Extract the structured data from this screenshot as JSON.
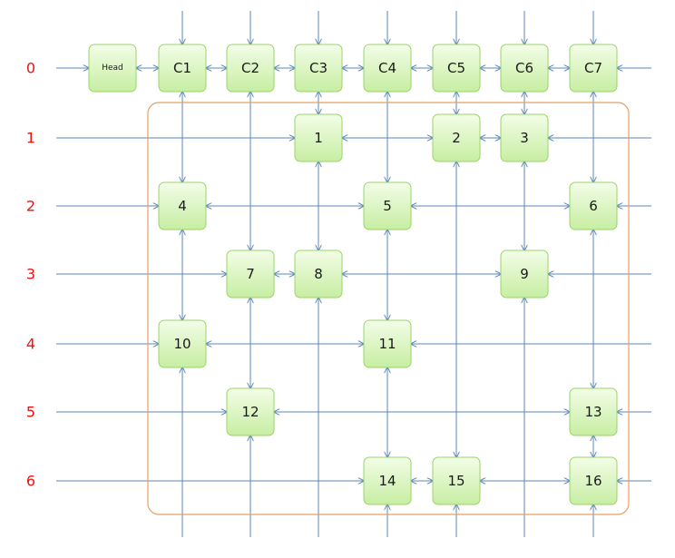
{
  "row_labels": [
    "0",
    "1",
    "2",
    "3",
    "4",
    "5",
    "6"
  ],
  "head": {
    "label": "Head"
  },
  "column_headers": [
    "C1",
    "C2",
    "C3",
    "C4",
    "C5",
    "C6",
    "C7"
  ],
  "nodes": [
    {
      "label": "1",
      "row": 1,
      "col": 3
    },
    {
      "label": "2",
      "row": 1,
      "col": 5
    },
    {
      "label": "3",
      "row": 1,
      "col": 6
    },
    {
      "label": "4",
      "row": 2,
      "col": 1
    },
    {
      "label": "5",
      "row": 2,
      "col": 4
    },
    {
      "label": "6",
      "row": 2,
      "col": 7
    },
    {
      "label": "7",
      "row": 3,
      "col": 2
    },
    {
      "label": "8",
      "row": 3,
      "col": 3
    },
    {
      "label": "9",
      "row": 3,
      "col": 6
    },
    {
      "label": "10",
      "row": 4,
      "col": 1
    },
    {
      "label": "11",
      "row": 4,
      "col": 4
    },
    {
      "label": "12",
      "row": 5,
      "col": 2
    },
    {
      "label": "13",
      "row": 5,
      "col": 7
    },
    {
      "label": "14",
      "row": 6,
      "col": 4
    },
    {
      "label": "15",
      "row": 6,
      "col": 5
    },
    {
      "label": "16",
      "row": 6,
      "col": 7
    }
  ],
  "colors": {
    "row_label": "#ee1111",
    "edge": "#5b86b8",
    "node_fill_top": "#f3fde8",
    "node_fill_bottom": "#c7eea2",
    "node_border": "#9bd46a",
    "region_border": "#e4a065"
  }
}
